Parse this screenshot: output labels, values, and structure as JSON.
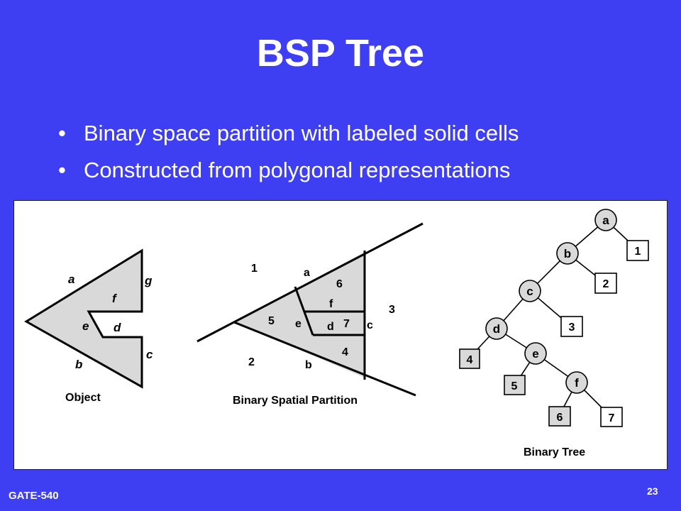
{
  "slide": {
    "title": "BSP Tree",
    "bullets": [
      "Binary space partition with labeled solid cells",
      "Constructed from polygonal representations"
    ],
    "footer_left": "GATE-540",
    "page_number": "23"
  },
  "figure": {
    "object": {
      "caption": "Object",
      "labels": {
        "a": "a",
        "b": "b",
        "c": "c",
        "d": "d",
        "e": "e",
        "f": "f",
        "g": "g"
      }
    },
    "partition": {
      "caption": "Binary Spatial Partition",
      "labels": {
        "1": "1",
        "2": "2",
        "3": "3",
        "4": "4",
        "5": "5",
        "6": "6",
        "7": "7",
        "a": "a",
        "b": "b",
        "c": "c",
        "d": "d",
        "e": "e",
        "f": "f"
      }
    },
    "tree": {
      "caption": "Binary Tree",
      "nodes": {
        "a": "a",
        "b": "b",
        "c": "c",
        "d": "d",
        "e": "e",
        "f": "f"
      },
      "leaves": {
        "1": "1",
        "2": "2",
        "3": "3",
        "4": "4",
        "5": "5",
        "6": "6",
        "7": "7"
      }
    }
  }
}
